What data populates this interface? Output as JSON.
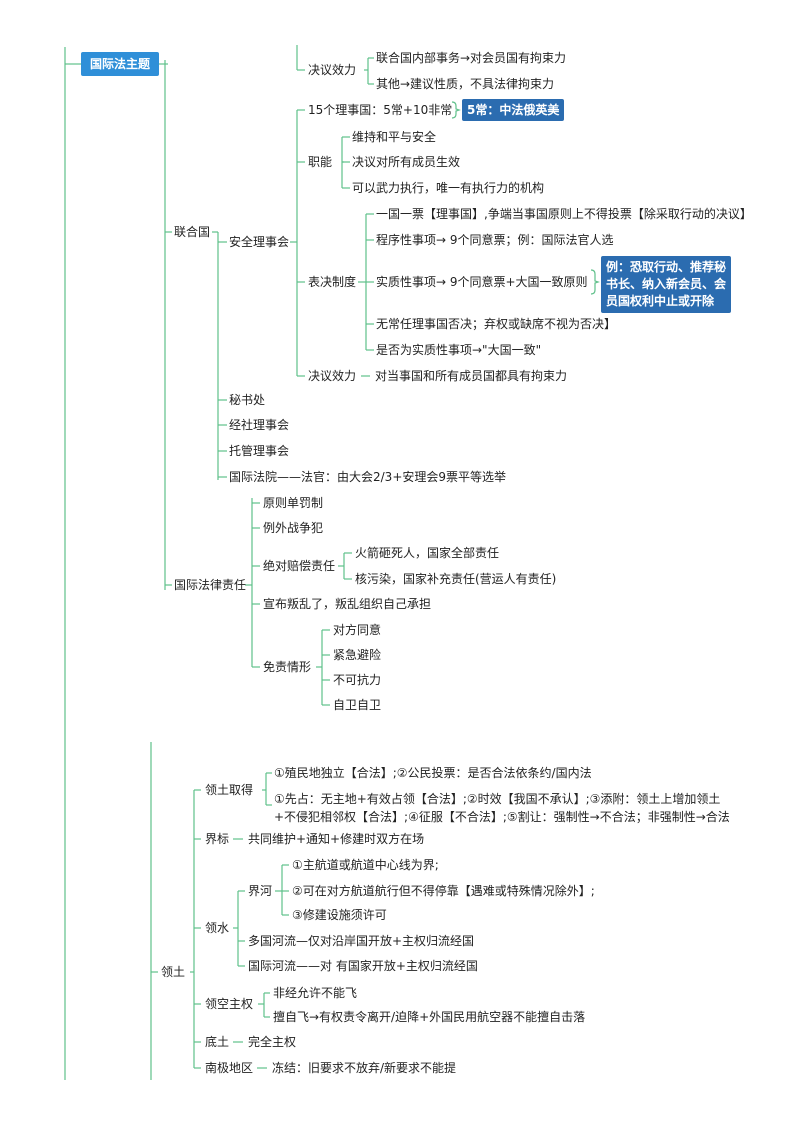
{
  "root": "国际法主题",
  "un": {
    "label": "联合国",
    "ga_effect": {
      "label": "决议效力",
      "items": [
        "联合国内部事务→对会员国有拘束力",
        "其他→建议性质，不具法律拘束力"
      ]
    },
    "sc": {
      "label": "安全理事会",
      "members": "15个理事国：5常+10非常",
      "members_note": "5常：中法俄英美",
      "functions": {
        "label": "职能",
        "items": [
          "维持和平与安全",
          "决议对所有成员生效",
          "可以武力执行，唯一有执行力的机构"
        ]
      },
      "voting": {
        "label": "表决制度",
        "items": [
          "一国一票【理事国】,争端当事国原则上不得投票【除采取行动的决议】",
          "程序性事项→ 9个同意票；例：国际法官人选",
          "实质性事项→ 9个同意票+大国一致原则",
          "无常任理事国否决；弃权或缺席不视为否决】",
          "是否为实质性事项→\"大国一致\""
        ],
        "note_lines": [
          "例：恐取行动、推荐秘",
          "书长、纳入新会员、会",
          "员国权利中止或开除"
        ]
      },
      "effect": {
        "label": "决议效力",
        "text": "对当事国和所有成员国都具有拘束力"
      }
    },
    "others": [
      "秘书处",
      "经社理事会",
      "托管理事会",
      "国际法院——法官：由大会2/3+安理会9票平等选举"
    ]
  },
  "liability": {
    "label": "国际法律责任",
    "principle": "原则单罚制",
    "war": "例外战争犯",
    "absolute": {
      "label": "绝对赔偿责任",
      "items": [
        "火箭砸死人，国家全部责任",
        "核污染，国家补充责任(营运人有责任)"
      ]
    },
    "rebel": "宣布叛乱了，叛乱组织自己承担",
    "exempt": {
      "label": "免责情形",
      "items": [
        "对方同意",
        "紧急避险",
        "不可抗力",
        "自卫自卫"
      ]
    }
  },
  "territory": {
    "label": "领土",
    "acquire": {
      "label": "领土取得",
      "items": [
        [
          "①殖民地独立【合法】;②公民投票：是否合法依条约/国内法"
        ],
        [
          "①先占：无主地+有效占领【合法】;②时效【我国不承认】;③添附：领土上增加领土",
          "+不侵犯相邻权【合法】;④征服【不合法】;⑤割让：强制性→不合法；非强制性→合法"
        ]
      ]
    },
    "boundary": {
      "label": "界标",
      "text": "共同维护+通知+修建时双方在场"
    },
    "water": {
      "label": "领水",
      "river": {
        "label": "界河",
        "items": [
          "①主航道或航道中心线为界;",
          "②可在对方航道航行但不得停靠【遇难或特殊情况除外】;",
          "③修建设施须许可"
        ]
      },
      "multi": "多国河流—仅对沿岸国开放+主权归流经国",
      "intl": "国际河流——对   有国家开放+主权归流经国"
    },
    "air": {
      "label": "领空主权",
      "items": [
        "非经允许不能飞",
        "擅自飞→有权责令离开/迫降+外国民用航空器不能擅自击落"
      ]
    },
    "subsoil": {
      "label": "底土",
      "text": "完全主权"
    },
    "antarctic": {
      "label": "南极地区",
      "text": "冻结：旧要求不放弃/新要求不能提"
    }
  }
}
